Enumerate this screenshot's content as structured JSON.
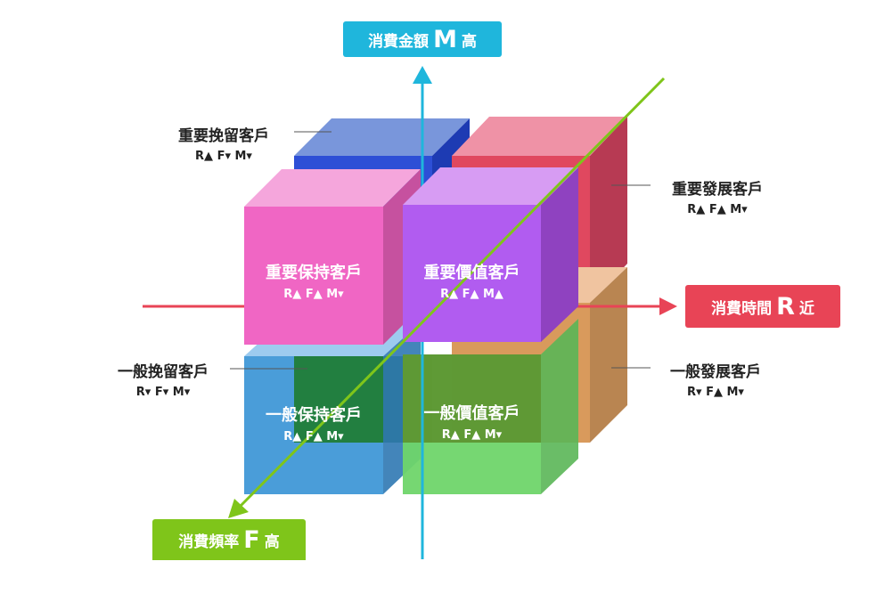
{
  "axes": {
    "m": {
      "label": "消費金額",
      "letter": "M",
      "suffix": "高",
      "color": "#1fb6dc"
    },
    "r": {
      "label": "消費時間",
      "letter": "R",
      "suffix": "近",
      "color": "#e84456"
    },
    "f": {
      "label": "消費頻率",
      "letter": "F",
      "suffix": "高",
      "color": "#7fc51a"
    }
  },
  "segments": {
    "important_retain": {
      "title": "重要挽留客戶",
      "rfm": "R▲ F▾ M▾",
      "color": "#2d4fd6"
    },
    "important_develop": {
      "title": "重要發展客戶",
      "rfm": "R▲ F▲ M▾",
      "color": "#e0485f"
    },
    "important_keep": {
      "title": "重要保持客戶",
      "rfm": "R▲ F▲ M▾",
      "color": "#f066c4"
    },
    "important_value": {
      "title": "重要價值客戶",
      "rfm": "R▲ F▲ M▲",
      "color": "#b15cf0"
    },
    "general_retain": {
      "title": "一般挽留客戶",
      "rfm": "R▾ F▾ M▾",
      "color": "#1f7b28"
    },
    "general_develop": {
      "title": "一般發展客戶",
      "rfm": "R▾ F▲ M▾",
      "color": "#d99a5c"
    },
    "general_keep": {
      "title": "一般保持客戶",
      "rfm": "R▲ F▲ M▾",
      "color": "#3b95d6"
    },
    "general_value": {
      "title": "一般價值客戶",
      "rfm": "R▲ F▲ M▾",
      "color": "#6fd56a"
    }
  }
}
